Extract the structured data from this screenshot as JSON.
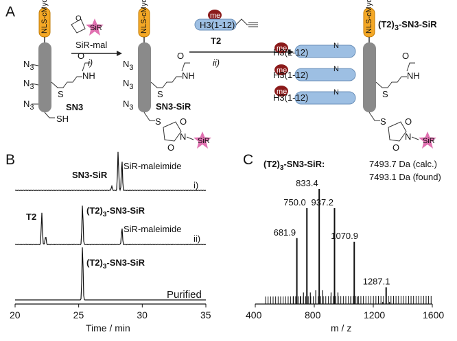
{
  "panels": {
    "a": "A",
    "b": "B",
    "c": "C"
  },
  "scheme": {
    "nls_label": "NLS-cMyc",
    "azide": "N",
    "azide_sub": "3",
    "sh": "SH",
    "s": "S",
    "nh": "NH",
    "o": "O",
    "n": "N",
    "sn3": "SN3",
    "sn3_sir": "SN3-SiR",
    "sir": "SiR",
    "reagent1": "SiR-mal",
    "step1": "i)",
    "me": "me",
    "peptide": "H3(1-12)",
    "t2": "T2",
    "step2": "ii)",
    "product_pre": "(T2)",
    "product_sub": "3",
    "product_post": "-SN3-SiR"
  },
  "hplc": {
    "traces": [
      {
        "peak_main": "SN3-SiR",
        "peak_side": "SiR-maleimide",
        "trace_label": "i)"
      },
      {
        "peak_left": "T2",
        "peak_main_pre": "(T2)",
        "peak_main_sub": "3",
        "peak_main_post": "-SN3-SiR",
        "peak_side": "SiR-maleimide",
        "trace_label": "ii)"
      },
      {
        "peak_main_pre": "(T2)",
        "peak_main_sub": "3",
        "peak_main_post": "-SN3-SiR",
        "trace_label": "Purified"
      }
    ],
    "x_ticks": [
      "20",
      "25",
      "30",
      "35"
    ],
    "xlabel": "Time / min"
  },
  "ms": {
    "title_pre": "(T2)",
    "title_sub": "3",
    "title_post": "-SN3-SiR:",
    "calc": "7493.7 Da (calc.)",
    "found": "7493.1 Da (found)",
    "x_ticks": [
      "400",
      "800",
      "1200",
      "1600"
    ],
    "xlabel": "m / z"
  },
  "chart_data": [
    {
      "type": "line",
      "title": "",
      "xlabel": "Time / min",
      "xlim": [
        20,
        35
      ],
      "series": [
        {
          "name": "i)",
          "peaks": [
            {
              "x": 27.6,
              "h": 0.1
            },
            {
              "x": 28.1,
              "h": 0.95
            },
            {
              "x": 28.4,
              "h": 0.75
            }
          ]
        },
        {
          "name": "ii)",
          "peaks": [
            {
              "x": 22.1,
              "h": 0.75
            },
            {
              "x": 22.4,
              "h": 0.2
            },
            {
              "x": 25.3,
              "h": 0.95
            },
            {
              "x": 28.4,
              "h": 0.4
            }
          ]
        },
        {
          "name": "Purified",
          "peaks": [
            {
              "x": 25.3,
              "h": 1.0
            }
          ]
        }
      ]
    },
    {
      "type": "bar",
      "title": "",
      "xlabel": "m / z",
      "xlim": [
        400,
        1600
      ],
      "labeled_peaks": [
        {
          "mz": 681.9,
          "intensity": 0.55,
          "label": "681.9"
        },
        {
          "mz": 750.0,
          "intensity": 0.8,
          "label": "750.0"
        },
        {
          "mz": 833.4,
          "intensity": 0.96,
          "label": "833.4"
        },
        {
          "mz": 937.2,
          "intensity": 0.8,
          "label": "937.2"
        },
        {
          "mz": 1070.9,
          "intensity": 0.52,
          "label": "1070.9"
        },
        {
          "mz": 1287.1,
          "intensity": 0.14,
          "label": "1287.1"
        }
      ]
    }
  ]
}
